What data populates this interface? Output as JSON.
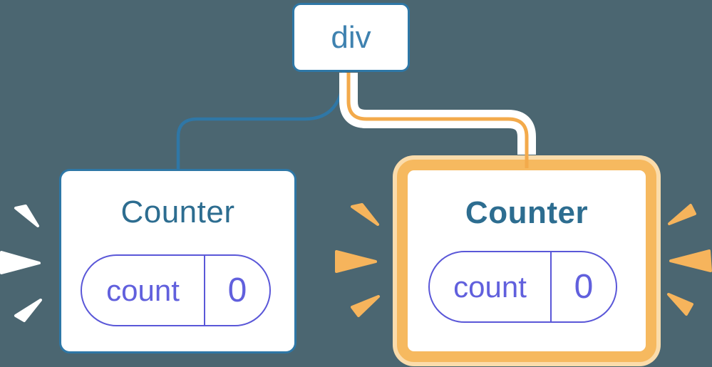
{
  "canvas": {
    "background": "#4b6671"
  },
  "colors": {
    "node_border_blue": "#2e77a6",
    "node_text_blue": "#3f82b0",
    "title_teal": "#2d6d90",
    "state_text_purple": "#6160dd",
    "pill_border_purple": "#5a57d8",
    "edge_blue": "#2f77a6",
    "edge_orange_core": "#f3aa4b",
    "edge_casing_white": "#ffffff",
    "highlight_ring_orange": "#f6b95f",
    "highlight_ring_pale": "#fbdcab",
    "burst_orange": "#f6b45c",
    "burst_white": "#ffffff"
  },
  "root_node": {
    "label": "div"
  },
  "counters": [
    {
      "title": "Counter",
      "state_key": "count",
      "state_value": "0",
      "highlighted": false
    },
    {
      "title": "Counter",
      "state_key": "count",
      "state_value": "0",
      "highlighted": true
    }
  ]
}
